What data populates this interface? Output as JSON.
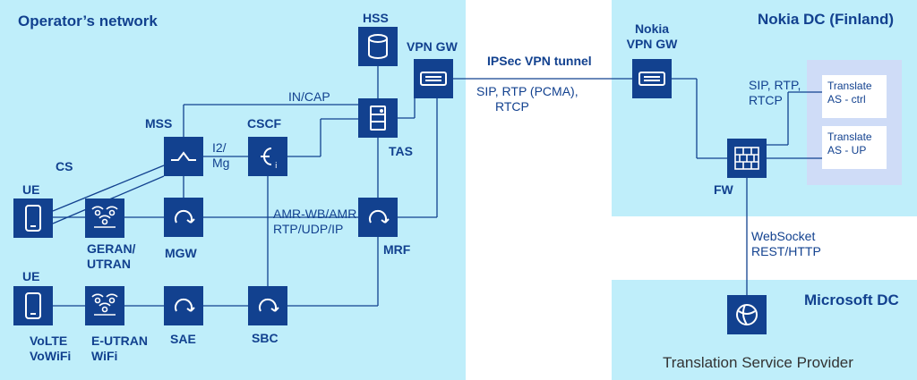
{
  "zones": {
    "operator": "Operator’s network",
    "nokia": "Nokia DC (Finland)",
    "microsoft": "Microsoft DC"
  },
  "nodes": {
    "hss": "HSS",
    "vpn_gw": "VPN GW",
    "nokia_vpn_gw": [
      "Nokia",
      "VPN GW"
    ],
    "mss": "MSS",
    "cscf": "CSCF",
    "tas": "TAS",
    "cs": "CS",
    "ue_top": "UE",
    "ue_bottom": "UE",
    "geran_utran": [
      "GERAN/",
      "UTRAN"
    ],
    "mgw": "MGW",
    "mrf": "MRF",
    "e_utran_wifi": [
      "E-UTRAN",
      "WiFi"
    ],
    "volte_vowifi": [
      "VoLTE",
      "VoWiFi"
    ],
    "sae": "SAE",
    "sbc": "SBC",
    "fw": "FW",
    "translate_ctrl": [
      "Translate",
      "AS - ctrl"
    ],
    "translate_up": [
      "Translate",
      "AS - UP"
    ]
  },
  "notes": {
    "ipsec": "IPSec VPN tunnel",
    "sip_rtp_pcma": [
      "SIP, RTP (PCMA),",
      "RTCP"
    ],
    "in_cap": "IN/CAP",
    "i2_mg": [
      "I2/",
      "Mg"
    ],
    "amr": [
      "AMR-WB/AMR",
      "RTP/UDP/IP"
    ],
    "sip_rtp_rtcp": [
      "SIP, RTP,",
      "RTCP"
    ],
    "websocket": [
      "WebSocket",
      "REST/HTTP"
    ],
    "provider": "Translation Service Provider"
  },
  "colors": {
    "zone": "#bfeefa",
    "node": "#12418f",
    "line": "#12418f",
    "panel": "#cfdcf7"
  }
}
